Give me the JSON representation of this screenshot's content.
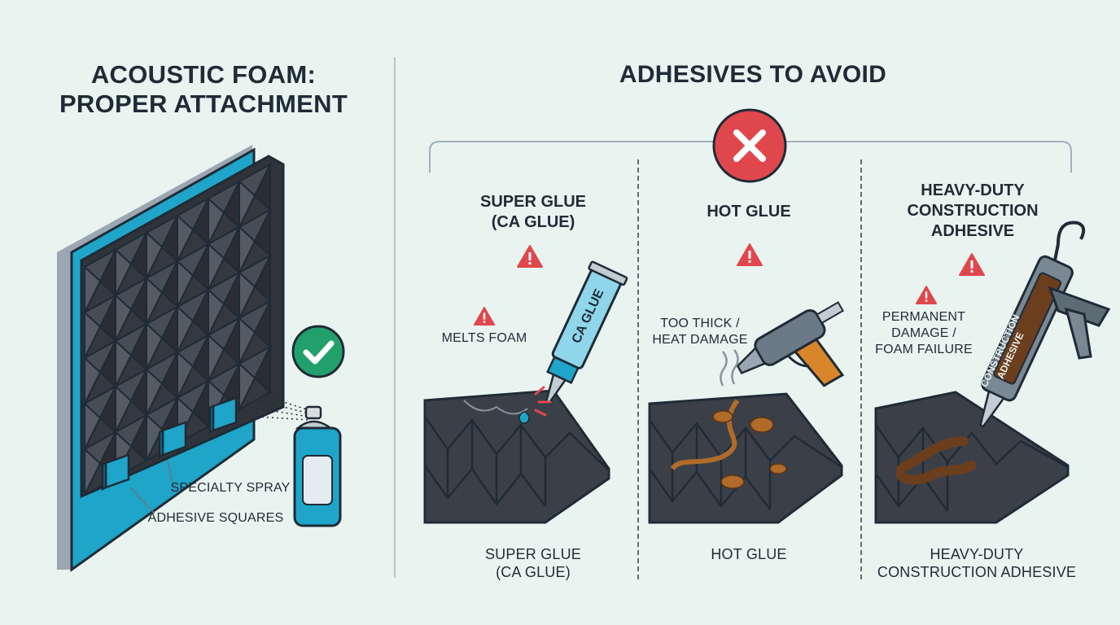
{
  "left_panel": {
    "title_line1": "ACOUSTIC FOAM:",
    "title_line2": "PROPER ATTACHMENT",
    "label_spray": "SPECIALTY SPRAY",
    "label_squares": "ADHESIVE SQUARES"
  },
  "right_panel": {
    "title": "ADHESIVES TO AVOID",
    "columns": [
      {
        "heading_line1": "SUPER GLUE",
        "heading_line2": "(CA GLUE)",
        "tube_text": "CA GLUE",
        "callout": "MELTS FOAM",
        "caption_line1": "SUPER GLUE",
        "caption_line2": "(CA GLUE)"
      },
      {
        "heading_line1": "HOT GLUE",
        "callout_line1": "TOO THICK /",
        "callout_line2": "HEAT DAMAGE",
        "caption_line1": "HOT GLUE"
      },
      {
        "heading_line1": "HEAVY-DUTY",
        "heading_line2": "CONSTRUCTION",
        "heading_line3": "ADHESIVE",
        "tube_text": "CONSTRUCTION ADHESIVE",
        "callout_line1": "PERMANENT",
        "callout_line2": "DAMAGE /",
        "callout_line3": "FOAM FAILURE",
        "caption_line1": "HEAVY-DUTY",
        "caption_line2": "CONSTRUCTION ADHESIVE"
      }
    ]
  },
  "colors": {
    "background": "#e9f4f1",
    "foam": "#3b4048",
    "accent_blue": "#1ea5c9",
    "check_green": "#22a06b",
    "warning_red": "#e0474c",
    "glue_brown": "#b06b2a"
  }
}
